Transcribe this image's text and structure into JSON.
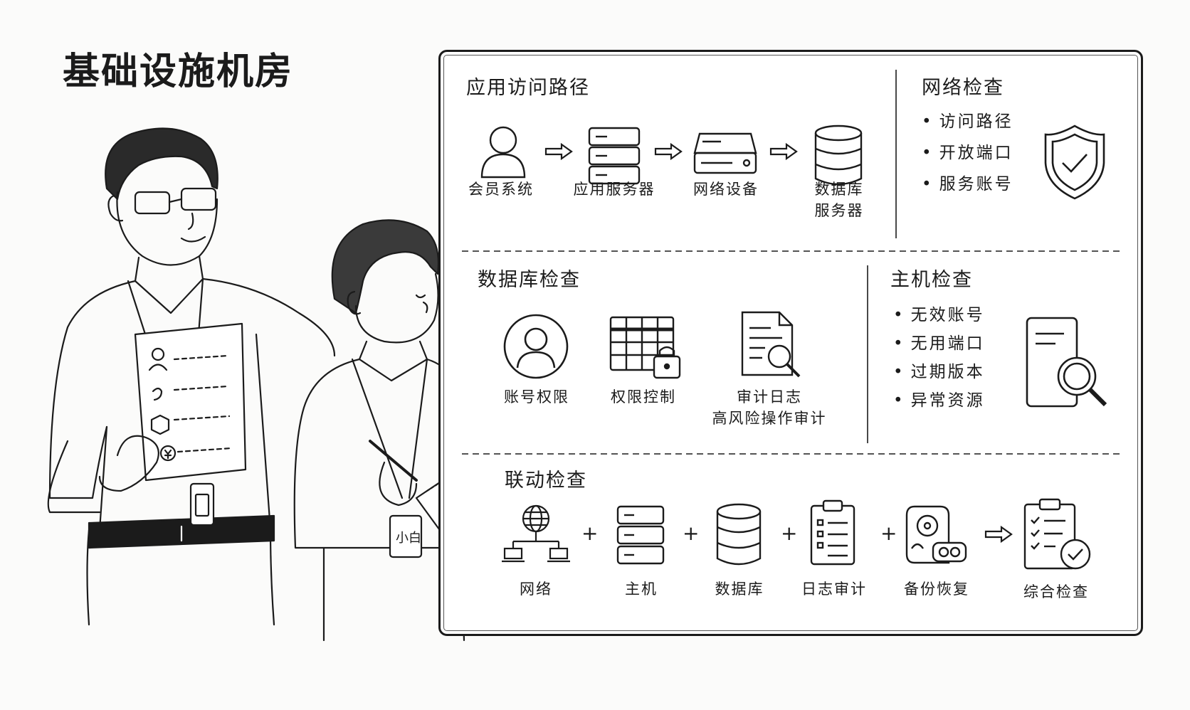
{
  "title": "基础设施机房",
  "people": {
    "badge": "小白"
  },
  "sections": {
    "app_path": {
      "title": "应用访问路径",
      "nodes": [
        {
          "label": "会员系统",
          "icon": "user-icon"
        },
        {
          "label": "应用服务器",
          "icon": "server-rack-icon"
        },
        {
          "label": "网络设备",
          "icon": "network-device-icon"
        },
        {
          "label": "数据库\n服务器",
          "icon": "database-icon"
        }
      ]
    },
    "network_check": {
      "title": "网络检查",
      "items": [
        "访问路径",
        "开放端口",
        "服务账号"
      ],
      "icon": "shield-check-icon"
    },
    "db_check": {
      "title": "数据库检查",
      "items": [
        {
          "label": "账号权限",
          "icon": "user-circle-icon"
        },
        {
          "label": "权限控制",
          "icon": "table-lock-icon"
        },
        {
          "label": "审计日志\n高风险操作审计",
          "icon": "document-search-icon"
        }
      ]
    },
    "host_check": {
      "title": "主机检查",
      "items": [
        "无效账号",
        "无用端口",
        "过期版本",
        "异常资源"
      ],
      "icon": "device-search-icon"
    },
    "linked_check": {
      "title": "联动检查",
      "items": [
        {
          "label": "网络",
          "icon": "globe-network-icon"
        },
        {
          "label": "主机",
          "icon": "server-rack-icon"
        },
        {
          "label": "数据库",
          "icon": "database-icon"
        },
        {
          "label": "日志审计",
          "icon": "clipboard-list-icon"
        },
        {
          "label": "备份恢复",
          "icon": "backup-disk-icon"
        }
      ],
      "result": {
        "label": "综合检查",
        "icon": "clipboard-check-icon"
      },
      "joiner": "+"
    }
  }
}
